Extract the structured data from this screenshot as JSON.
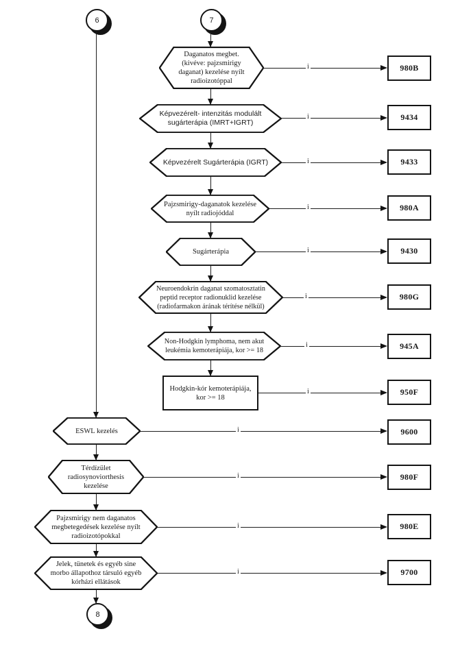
{
  "edge_label": "i",
  "connectors": {
    "left_start": "6",
    "top_start": "7",
    "end": "8"
  },
  "nodes": [
    {
      "id": "daganatos-megbet",
      "shape": "hexagon",
      "label": "Daganatos megbet. (kivéve: pajzsmirigy daganat) kezelése nyílt radioizotóppal",
      "code": "980B"
    },
    {
      "id": "imrt-igrt",
      "shape": "hexagon",
      "label": "Képvezérelt- intenzitás modulált sugárterápia (IMRT+IGRT)",
      "code": "9434"
    },
    {
      "id": "igrt",
      "shape": "hexagon",
      "label": "Képvezérelt Sugárterápia (IGRT)",
      "code": "9433"
    },
    {
      "id": "pajzsmirigy-daganatok",
      "shape": "hexagon",
      "label": "Pajzsmirigy-daganatok kezelése nyílt radiojóddal",
      "code": "980A"
    },
    {
      "id": "sugarterapia",
      "shape": "hexagon",
      "label": "Sugárterápia",
      "code": "9430"
    },
    {
      "id": "neuroendokrin",
      "shape": "hexagon",
      "label": "Neuroendokrin daganat szomatosztatin peptid receptor radionuklid kezelése (radiofarmakon árának térítése nélkül)",
      "code": "980G"
    },
    {
      "id": "non-hodgkin",
      "shape": "hexagon",
      "label": "Non-Hodgkin lymphoma, nem akut leukémia kemoterápiája, kor >= 18",
      "code": "945A"
    },
    {
      "id": "hodgkin",
      "shape": "rectangle",
      "label": "Hodgkin-kór kemoterápiája, kor >= 18",
      "code": "950F"
    },
    {
      "id": "eswl",
      "shape": "hexagon",
      "label": "ESWL kezelés",
      "code": "9600"
    },
    {
      "id": "terdizulet",
      "shape": "hexagon",
      "label": "Térdízület radiosynoviorthesis kezelése",
      "code": "980F"
    },
    {
      "id": "pajzsmirigy-nem-daganatos",
      "shape": "hexagon",
      "label": "Pajzsmirigy nem daganatos megbetegedések kezelése nyílt radioizotópokkal",
      "code": "980E"
    },
    {
      "id": "jelek-tunetek",
      "shape": "hexagon",
      "label": "Jelek, tünetek és egyéb sine morbo állapothoz társuló egyéb kórházi ellátások",
      "code": "9700"
    }
  ]
}
